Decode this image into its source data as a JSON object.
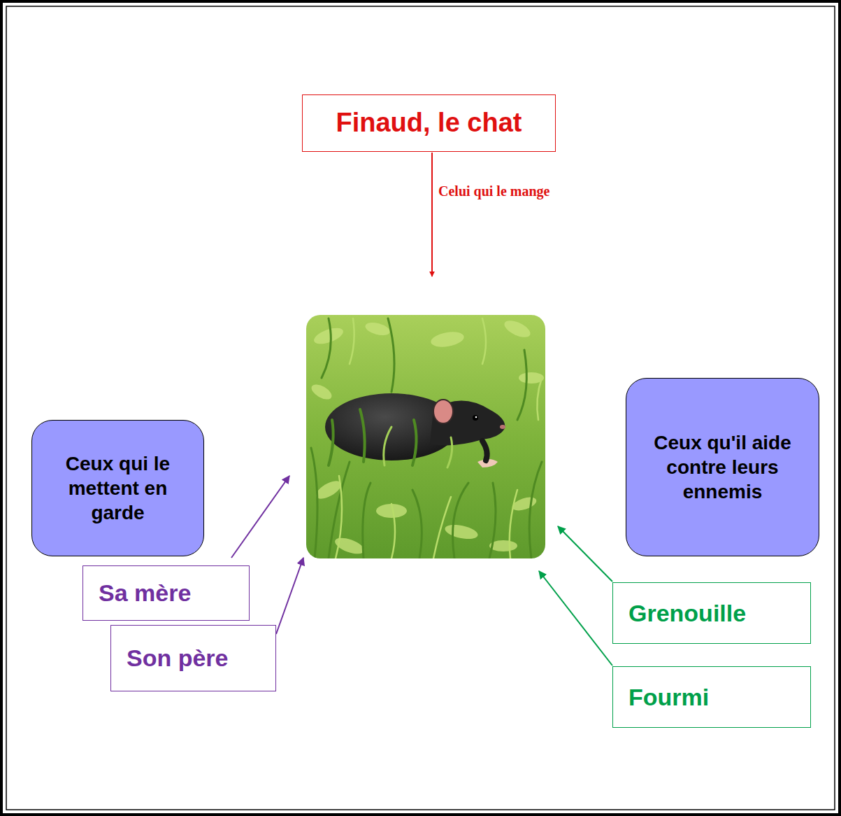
{
  "diagram": {
    "nodes": [
      {
        "text": [
          "Finaud, le chat"
        ]
      },
      {
        "text": [
          "Ceux qui le mettent en garde"
        ]
      },
      {
        "text": [
          "Ceux qu'il aide contre leurs ennemis"
        ]
      },
      {
        "text": [
          "Sa mère"
        ]
      },
      {
        "text": [
          "Grenouille"
        ]
      },
      {
        "text": [
          "Son père"
        ]
      },
      {
        "text": [
          "Fourmi"
        ]
      }
    ],
    "labels": [
      "Celui qui le mange"
    ]
  }
}
